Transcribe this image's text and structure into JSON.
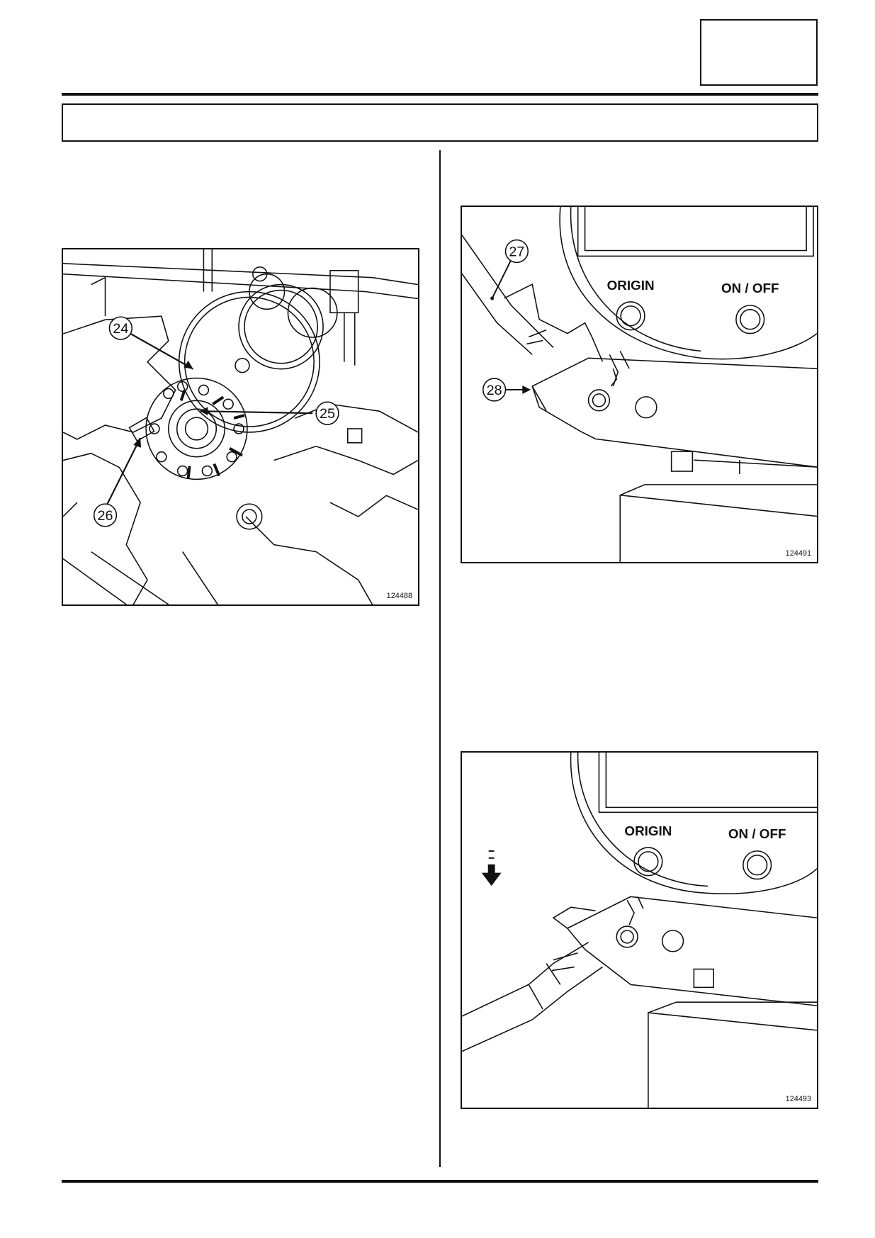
{
  "figures": [
    {
      "id": "124488",
      "callouts": [
        "24",
        "25",
        "26"
      ]
    },
    {
      "id": "124491",
      "callouts": [
        "27",
        "28"
      ],
      "buttons": [
        "ORIGIN",
        "ON / OFF"
      ]
    },
    {
      "id": "124493",
      "buttons": [
        "ORIGIN",
        "ON / OFF"
      ]
    }
  ]
}
